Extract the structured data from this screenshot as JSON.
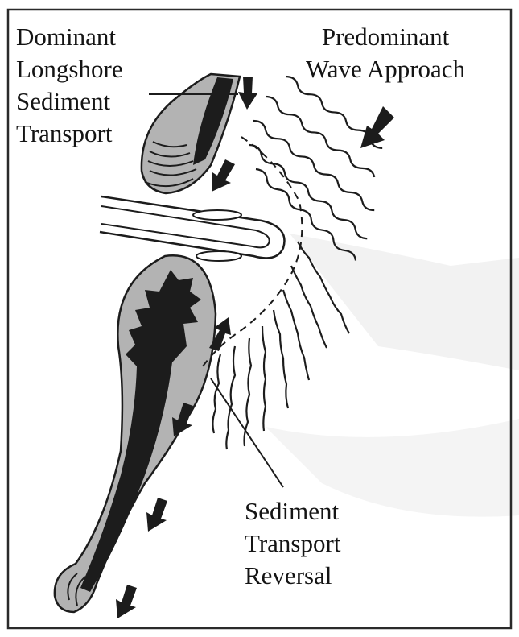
{
  "labels": {
    "longshore": [
      "Dominant",
      "Longshore",
      "Sediment",
      "Transport"
    ],
    "wave_approach": [
      "Predominant",
      "Wave Approach"
    ],
    "reversal": [
      "Sediment",
      "Transport",
      "Reversal"
    ]
  },
  "colors": {
    "background": "#ffffff",
    "border": "#2a2a2a",
    "spit_fill": "#b3b3b3",
    "spit_core": "#1c1c1c",
    "ink": "#141414"
  }
}
